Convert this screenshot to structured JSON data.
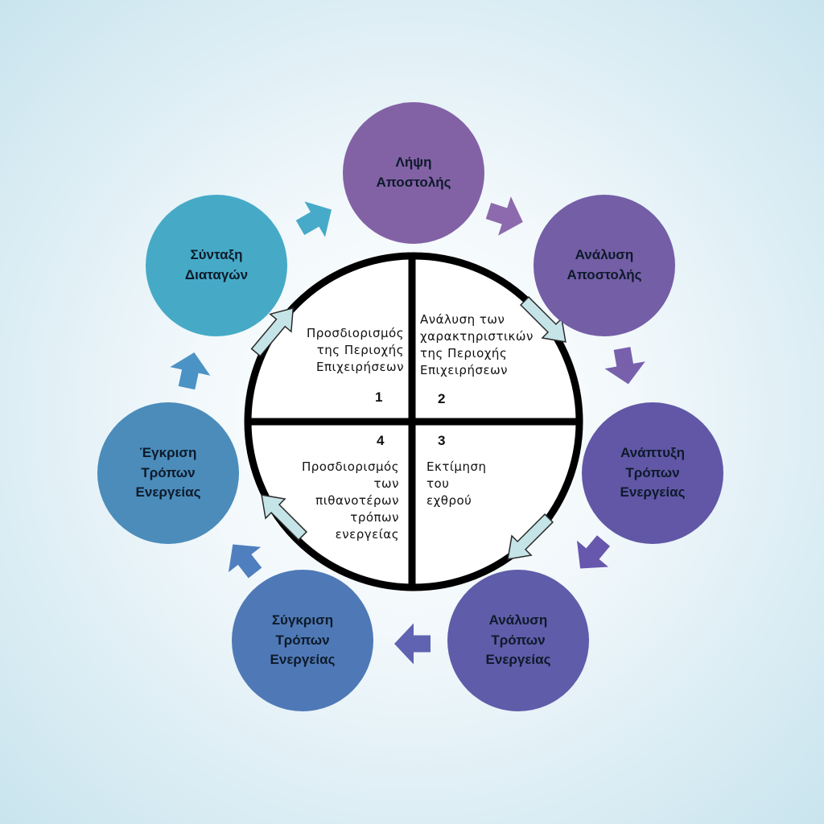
{
  "cycle_steps": [
    {
      "label": "Λήψη\nΑποστολής",
      "color": "#8262a5"
    },
    {
      "label": "Ανάλυση\nΑποστολής",
      "color": "#745ea6"
    },
    {
      "label": "Ανάπτυξη\nΤρόπων\nΕνεργείας",
      "color": "#6157a6"
    },
    {
      "label": "Ανάλυση\nΤρόπων\nΕνεργείας",
      "color": "#5f5ca9"
    },
    {
      "label": "Σύγκριση\nΤρόπων\nΕνεργείας",
      "color": "#4f79b6"
    },
    {
      "label": "Έγκριση\nΤρόπων\nΕνεργείας",
      "color": "#4b8cbb"
    },
    {
      "label": "Σύνταξη\nΔιαταγών",
      "color": "#46aac7"
    }
  ],
  "quadrants": [
    {
      "number": "1",
      "text": "Προσδιορισμός\nτης Περιοχής\nΕπιχειρήσεων"
    },
    {
      "number": "2",
      "text": "Ανάλυση των\nχαρακτηριστικών\nτης Περιοχής\nΕπιχειρήσεων"
    },
    {
      "number": "3",
      "text": "Εκτίμηση\nτου\nεχθρού"
    },
    {
      "number": "4",
      "text": "Προσδιορισμός\nτων\nπιθανοτέρων\nτρόπων\nενεργείας"
    }
  ],
  "colors": {
    "outline": "#000000",
    "inner_arrow_fill": "#c5e4e8",
    "inner_arrow_stroke": "#2a2a2a"
  }
}
